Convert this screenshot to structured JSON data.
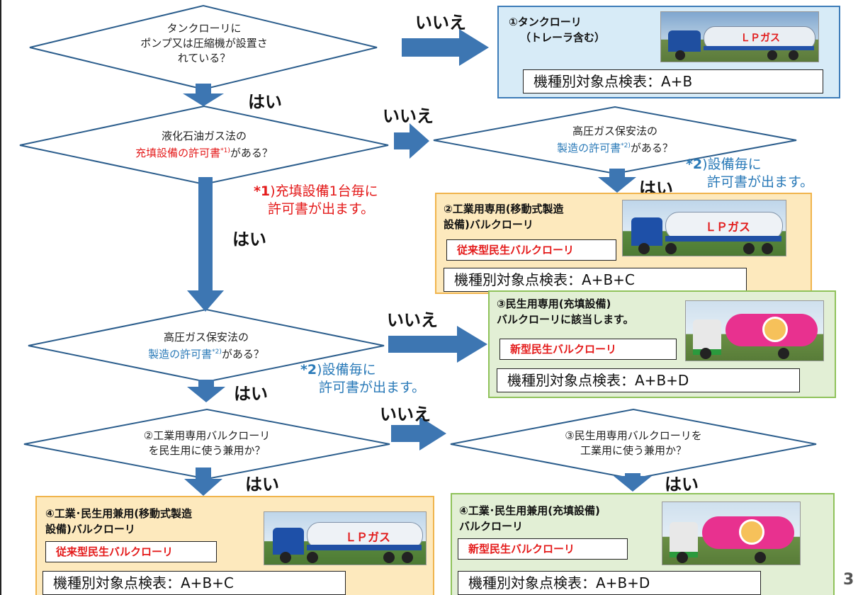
{
  "colors": {
    "arrow": "#3d76b2",
    "diamond_stroke": "#2b5d8c",
    "red": "#e41a1a",
    "blue": "#2a7ab8",
    "box_blue_fill": "#d7ebf7",
    "box_orange_fill": "#fde9bd",
    "box_green_fill": "#e2efd5"
  },
  "decisions": {
    "d1": [
      "タンクローリに",
      "ポンプ又は圧縮機が設置さ",
      "れている？"
    ],
    "d2": {
      "line1": "液化石油ガス法の",
      "line2_red": "充填設備の許可書",
      "line2_sup": "*1)",
      "line2_rest": "がある？"
    },
    "d3": {
      "line1": "高圧ガス保安法の",
      "line2_blue": "製造の許可書",
      "line2_sup": "*2)",
      "line2_rest": "がある？"
    },
    "d4": {
      "line1": "高圧ガス保安法の",
      "line2_blue": "製造の許可書",
      "line2_sup": "*2)",
      "line2_rest": "がある？"
    },
    "d5": [
      "②工業用専用バルクローリ",
      "を民生用に使う兼用か？"
    ],
    "d6": [
      "③民生用専用バルクローリを",
      "工業用に使う兼用か？"
    ]
  },
  "answers": {
    "no1": "いいえ",
    "no2": "いいえ",
    "no3": "いいえ",
    "no4": "いいえ",
    "yes1": "はい",
    "yes2": "はい",
    "yes3": "はい",
    "yes4": "はい",
    "yes5": "はい",
    "yes6": "はい"
  },
  "notes": {
    "n1": {
      "mark": "*1",
      "line1": ")充填設備1台毎に",
      "line2": "許可書が出ます。"
    },
    "n2": {
      "mark": "*2",
      "line1": ")設備毎に",
      "line2": "許可書が出ます。"
    },
    "n3": {
      "mark": "*2",
      "line1": ")設備毎に",
      "line2": "許可書が出ます。"
    }
  },
  "boxes": {
    "b1": {
      "title1": "①タンクローリ",
      "title2": "（トレーラ含む）",
      "table": "機種別対象点検表：A+B"
    },
    "b2": {
      "title1": "②工業用専用(移動式製造",
      "title2": "設備)バルクローリ",
      "tag": "従来型民生バルクローリ",
      "table": "機種別対象点検表：A+B+C"
    },
    "b3": {
      "title1": "③民生用専用(充填設備)",
      "title2": "バルクローリに該当します。",
      "tag": "新型民生バルクローリ",
      "table": "機種別対象点検表：A+B+D"
    },
    "b4": {
      "title1": "④工業･民生用兼用(移動式製造",
      "title2": "設備)バルクローリ",
      "tag": "従来型民生バルクローリ",
      "table": "機種別対象点検表：A+B+C"
    },
    "b5": {
      "title1": "④工業･民生用兼用(充填設備)",
      "title2": "バルクローリ",
      "tag": "新型民生バルクローリ",
      "table": "機種別対象点検表：A+B+D"
    }
  },
  "trucks": {
    "lp_text": "ＬＰガス"
  },
  "page_number": "3"
}
